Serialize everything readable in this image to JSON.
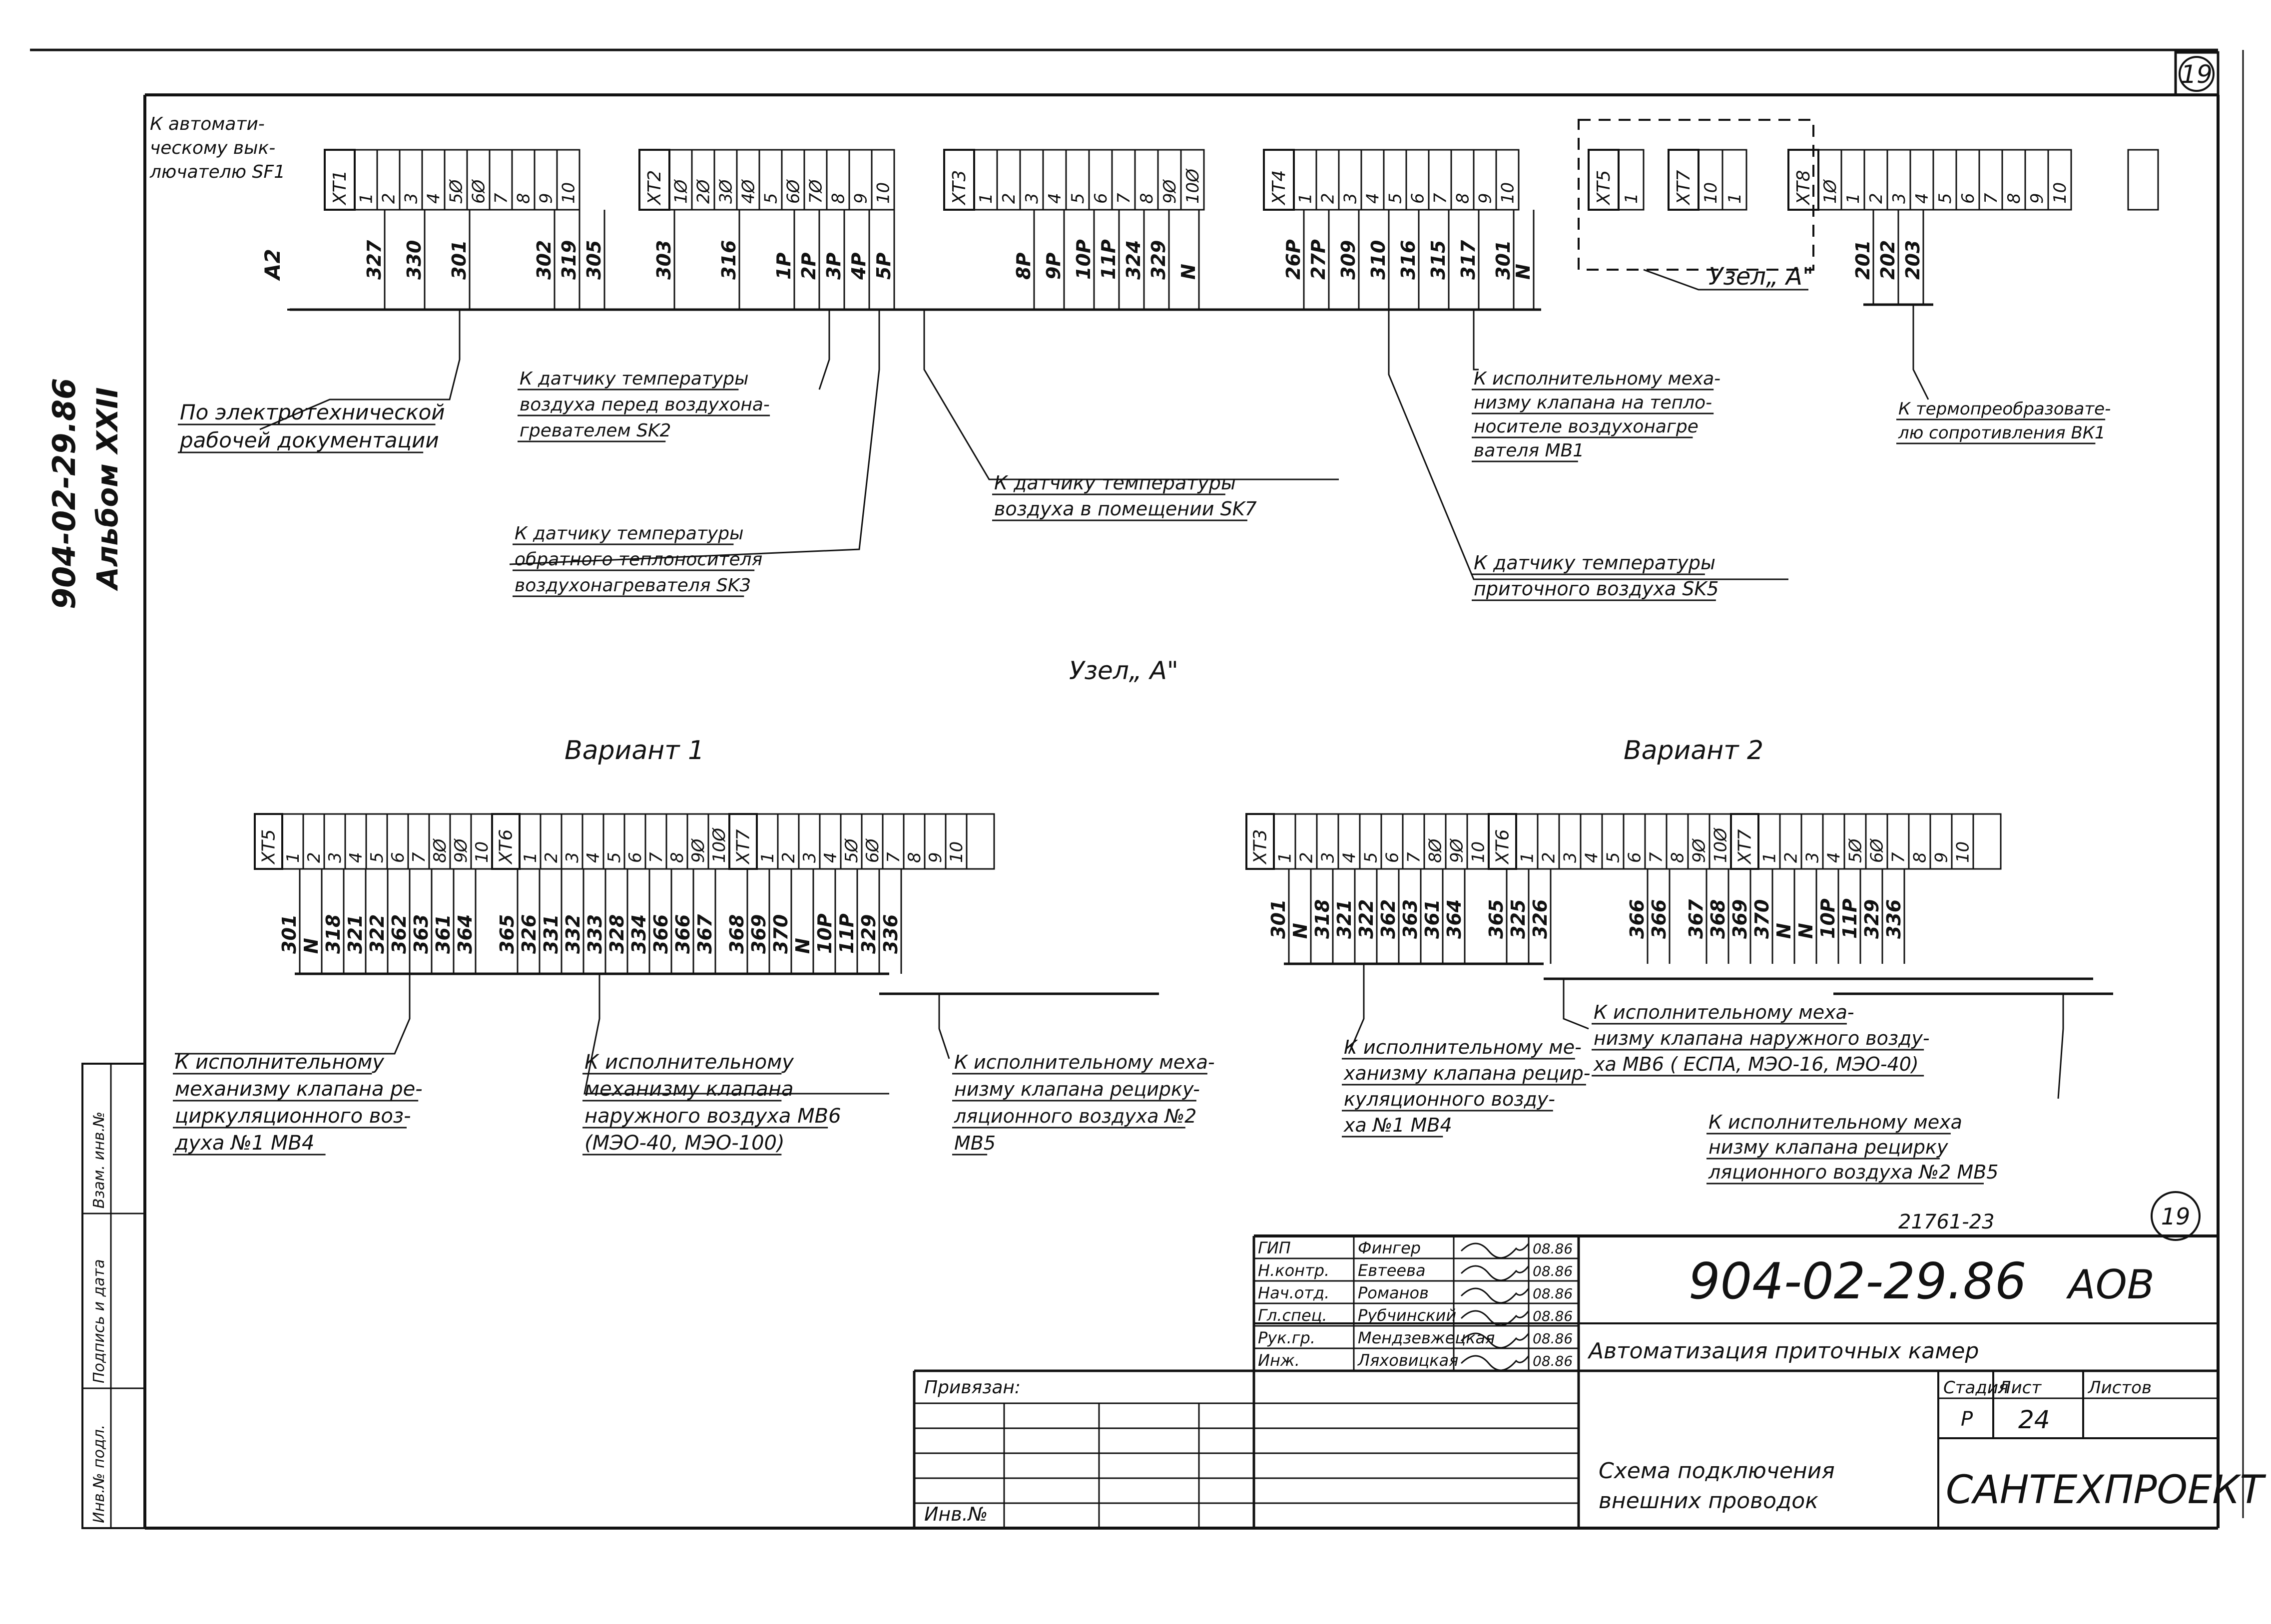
{
  "sheet": {
    "corner_number": "19",
    "margin_doc_number": "904-02-29.86",
    "margin_album": "Альбом XXII",
    "margin_stamp_labels": [
      "Инв.№ подл.",
      "Подпись и дата",
      "Взам. инв.№"
    ]
  },
  "top_scheme": {
    "xt_label_top": "К автомати-\nческому вык-\nлючателю SF1",
    "a2_label": "A2",
    "terminal_blocks": [
      {
        "id": "XT1",
        "terminals": [
          "1",
          "2",
          "3",
          "4",
          "5Ø",
          "6Ø",
          "7",
          "8",
          "9",
          "10"
        ]
      },
      {
        "id": "XT2",
        "terminals": [
          "1Ø",
          "2Ø",
          "3Ø",
          "4Ø",
          "5",
          "6Ø",
          "7Ø",
          "8",
          "9",
          "10"
        ]
      },
      {
        "id": "XT3",
        "terminals": [
          "1",
          "2",
          "3",
          "4",
          "5",
          "6",
          "7",
          "8",
          "9Ø",
          "10Ø"
        ]
      },
      {
        "id": "XT4",
        "terminals": [
          "1",
          "2",
          "3",
          "4",
          "5",
          "6",
          "7",
          "8",
          "9",
          "10"
        ]
      },
      {
        "id": "XT5",
        "terminals": [
          "1"
        ]
      },
      {
        "id": "XT7",
        "terminals": [
          "10",
          "1"
        ]
      },
      {
        "id": "XT8",
        "terminals": [
          "1Ø",
          "1",
          "2",
          "3",
          "4",
          "5",
          "6",
          "7",
          "8",
          "9",
          "10"
        ]
      }
    ],
    "wires": [
      "327",
      "330",
      "301",
      "302",
      "319",
      "305",
      "303",
      "316",
      "1P",
      "2P",
      "3P",
      "4P",
      "5P",
      "8P",
      "9P",
      "10P",
      "11P",
      "324",
      "329",
      "N",
      "26P",
      "27P",
      "309",
      "310",
      "316",
      "315",
      "317",
      "301",
      "N",
      "201",
      "202",
      "203"
    ],
    "uzel_a_callout": "Узел„ А\"",
    "labels": [
      "По электротехнической\nрабочей документации",
      "К датчику температуры\nвоздуха перед воздухона-\nгревателем SK2",
      "К датчику температуры\nобратного теплоносителя\nвоздухонагревателя SK3",
      "К датчику температуры\nвоздуха в помещении SK7",
      "К исполнительному меха-\nнизму клапана на тепло-\nносителе воздухонагре\nвателя MB1",
      "К датчику температуры\nприточного воздуха SK5",
      "К термопреобразовате-\nлю сопротивления ВК1"
    ]
  },
  "uzel_a_title": "Узел„ А\"",
  "variant1": {
    "title": "Вариант 1",
    "blocks": [
      {
        "id": "XT5",
        "terminals": [
          "1",
          "2",
          "3",
          "4",
          "5",
          "6",
          "7",
          "8Ø",
          "9Ø",
          "10"
        ]
      },
      {
        "id": "XT6",
        "terminals": [
          "1",
          "2",
          "3",
          "4",
          "5",
          "6",
          "7",
          "8",
          "9Ø",
          "10Ø"
        ]
      },
      {
        "id": "XT7",
        "terminals": [
          "1",
          "2",
          "3",
          "4",
          "5Ø",
          "6Ø",
          "7",
          "8",
          "9",
          "10"
        ]
      }
    ],
    "wires": [
      "301",
      "N",
      "318",
      "321",
      "322",
      "362",
      "363",
      "361",
      "364",
      "365",
      "326",
      "331",
      "332",
      "333",
      "328",
      "334",
      "366",
      "366",
      "367",
      "368",
      "369",
      "370",
      "N",
      "10P",
      "11P",
      "329",
      "336"
    ],
    "labels": [
      "К исполнительному\nмеханизму клапана ре-\nциркуляционного воз-\nдуха №1   MB4",
      "К исполнительному\nмеханизму клапана\nнаружного воздуха MB6\n(МЭО-40, МЭО-100)",
      "К исполнительному меха-\nнизму клапана рециркy-\nляционного воздуха №2\nMB5"
    ]
  },
  "variant2": {
    "title": "Вариант 2",
    "blocks": [
      {
        "id": "XT3",
        "terminals": [
          "1",
          "2",
          "3",
          "4",
          "5",
          "6",
          "7",
          "8Ø",
          "9Ø",
          "10"
        ]
      },
      {
        "id": "XT6",
        "terminals": [
          "1",
          "2",
          "3",
          "4",
          "5",
          "6",
          "7",
          "8",
          "9Ø",
          "10Ø"
        ]
      },
      {
        "id": "XT7",
        "terminals": [
          "1",
          "2",
          "3",
          "4",
          "5Ø",
          "6Ø",
          "7",
          "8",
          "9",
          "10"
        ]
      }
    ],
    "wires": [
      "301",
      "N",
      "318",
      "321",
      "322",
      "362",
      "363",
      "361",
      "364",
      "365",
      "325",
      "326",
      "366",
      "366",
      "367",
      "368",
      "369",
      "370",
      "N",
      "N",
      "10P",
      "11P",
      "329",
      "336"
    ],
    "labels": [
      "К исполнительному ме-\nханизму клапана рецир-\nкуляционного возду-\nха №1 MB4",
      "К исполнительному меха-\nнизму клапана наружного возду-\nха MB6 ( ЕСПА, МЭО-16, МЭО-40)",
      "К исполнительному меха\nнизму клапана рециркy\nляционного воздуха №2 MB5"
    ]
  },
  "title_block": {
    "archive_number": "21761-23",
    "sheet_circle": "19",
    "doc_code": "904-02-29.86",
    "mark": "АОВ",
    "project_title": "Автоматизация приточных камер",
    "drawing_title": "Схема подключения\nвнешних проводок",
    "organization": "САНТЕХПРОЕКТ",
    "stage_header": "Стадия",
    "sheet_header": "Лист",
    "sheets_header": "Листов",
    "stage": "Р",
    "sheet": "24",
    "sheets": "",
    "privyazan": "Привязан:",
    "inv_no": "Инв.№",
    "signatures": [
      {
        "role": "ГИП",
        "name": "Фингер",
        "date": "08.86"
      },
      {
        "role": "Н.контр.",
        "name": "Евтеева",
        "date": "08.86"
      },
      {
        "role": "Нач.отд.",
        "name": "Романов",
        "date": "08.86"
      },
      {
        "role": "Гл.спец.",
        "name": "Рубчинский",
        "date": "08.86"
      },
      {
        "role": "Рук.гр.",
        "name": "Мендзевжецкая",
        "date": "08.86"
      },
      {
        "role": "Инж.",
        "name": "Ляховицкая",
        "date": "08.86"
      }
    ]
  }
}
